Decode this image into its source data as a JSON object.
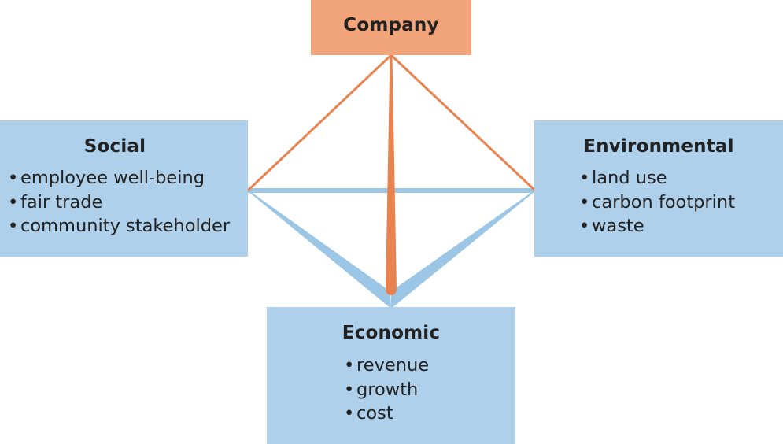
{
  "diagram": {
    "center": {
      "title": "Company"
    },
    "pillars": {
      "social": {
        "title": "Social",
        "items": [
          "employee well-being",
          "fair trade",
          "community stakeholder"
        ]
      },
      "environmental": {
        "title": "Environmental",
        "items": [
          "land use",
          "carbon footprint",
          "waste"
        ]
      },
      "economic": {
        "title": "Economic",
        "items": [
          "revenue",
          "growth",
          "cost"
        ]
      }
    },
    "colors": {
      "company_box": "#f2a57b",
      "pillar_box": "#aed0ea",
      "company_connector": "#e8834f",
      "pillar_connector": "#9cc6e6",
      "text": "#222222"
    }
  }
}
